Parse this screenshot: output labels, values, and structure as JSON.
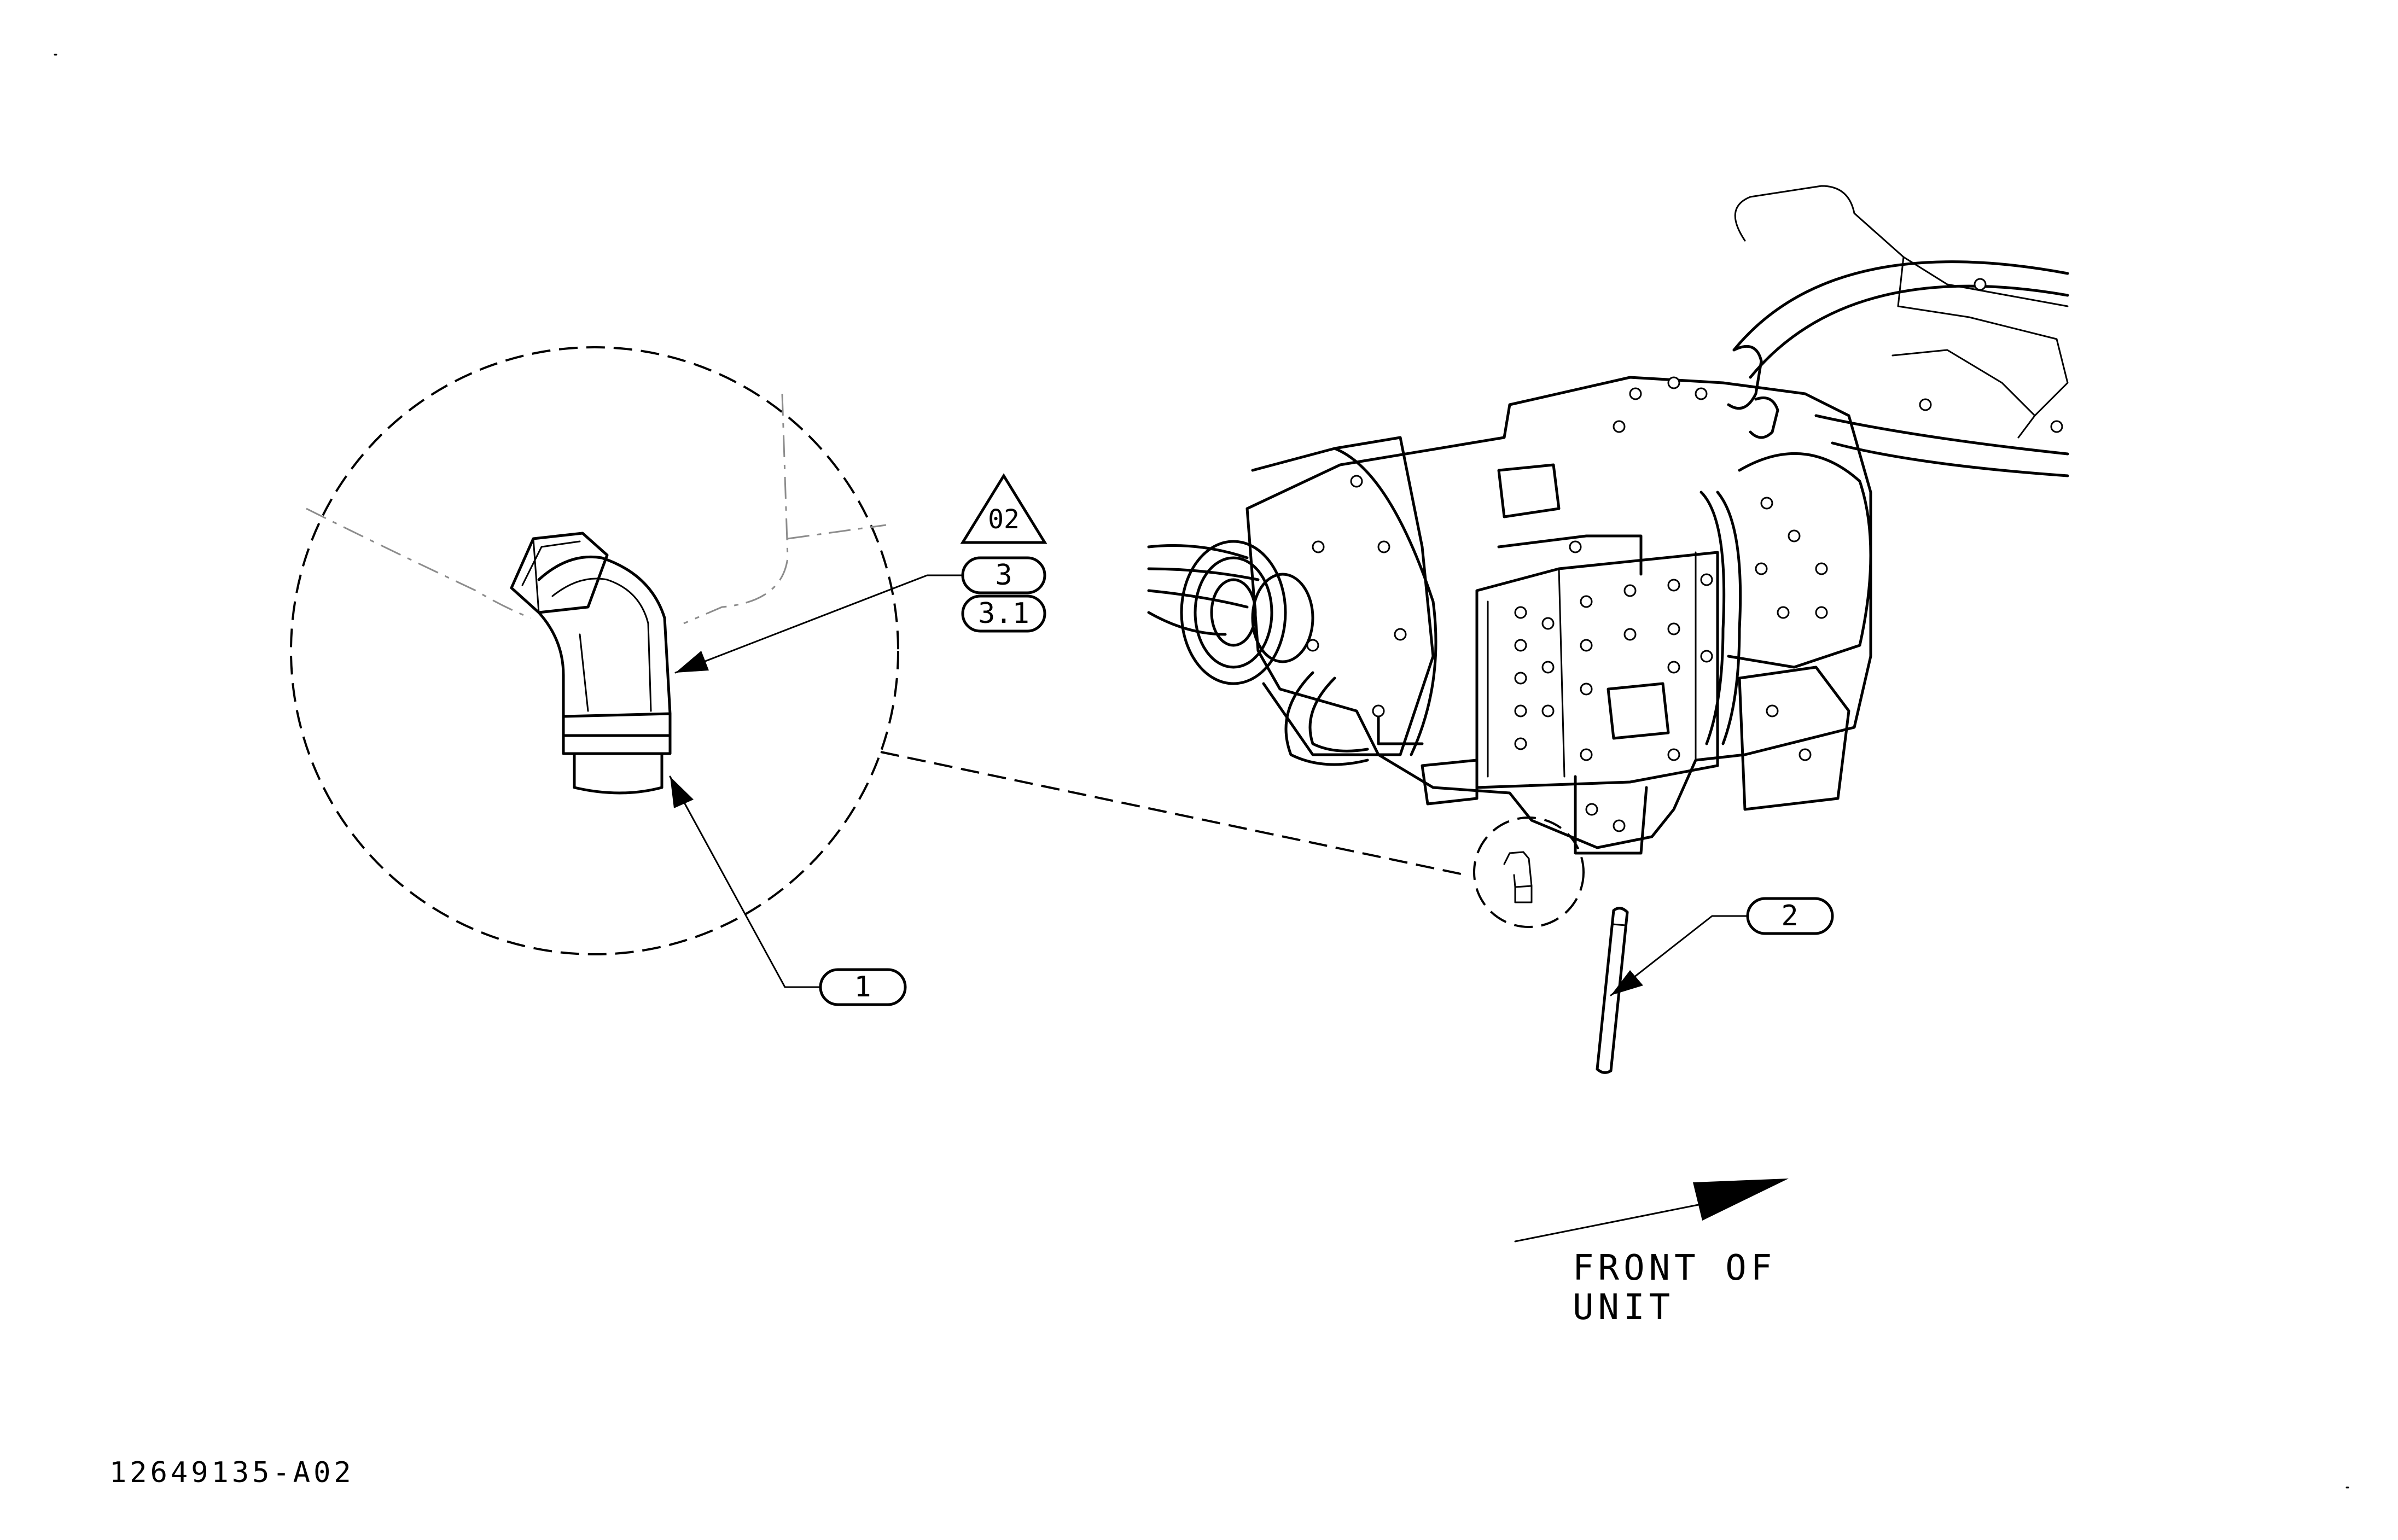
{
  "callouts": {
    "item_1": "1",
    "item_2": "2",
    "item_3": "3",
    "item_3_1": "3.1",
    "revision_flag": "02"
  },
  "notes": {
    "front_line1": "FRONT OF",
    "front_line2": "UNIT"
  },
  "document_number": "12649135-A02"
}
